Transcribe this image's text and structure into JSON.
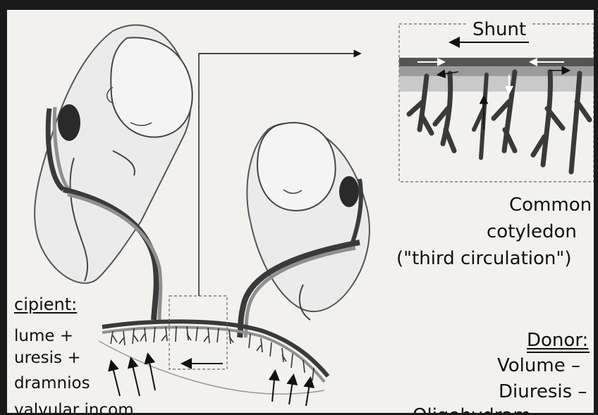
{
  "labels": {
    "shunt": "Shunt",
    "common_cotyledon_line1": "Common",
    "common_cotyledon_line2": "cotyledon",
    "third_circulation": "(\"third circulation\")"
  },
  "donor": {
    "title": "Donor:",
    "volume": "Volume –",
    "diuresis": "Diuresis –",
    "oligohydramnios": "Oligohydram"
  },
  "recipient": {
    "title": "cipient:",
    "volume": "lume +",
    "diuresis": "uresis +",
    "hydramnios": "dramnios",
    "valvular": "valvular incom"
  },
  "colors": {
    "fetus_outline": "#444444",
    "vessel_dark": "#3a3a3a",
    "vessel_light": "#8f8f8f",
    "placenta_band": "#c9c9c9"
  }
}
